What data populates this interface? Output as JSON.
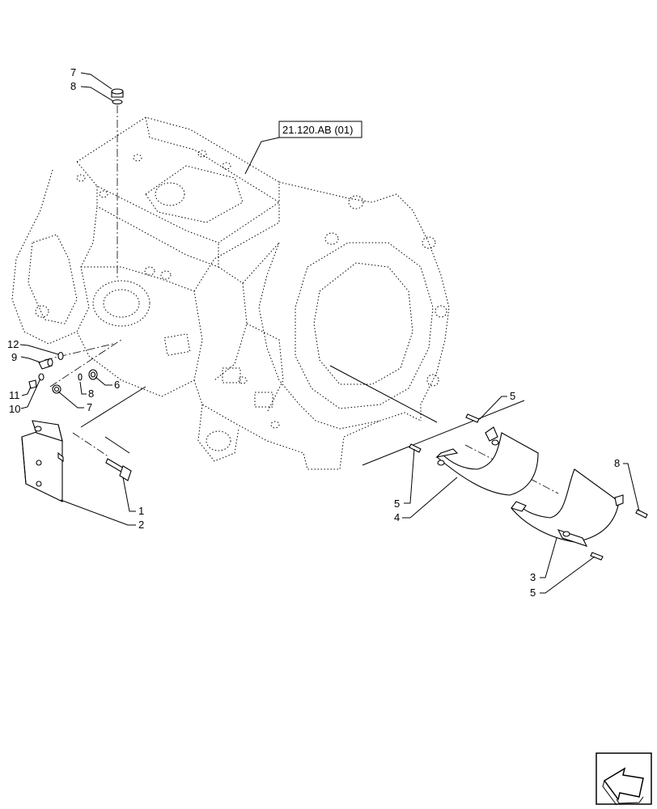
{
  "reference_label": "21.120.AB (01)",
  "callouts": {
    "c7_top": "7",
    "c8_top": "8",
    "c12": "12",
    "c9": "9",
    "c11": "11",
    "c10": "10",
    "c8_mid": "8",
    "c7_mid": "7",
    "c6": "6",
    "c1": "1",
    "c2": "2",
    "c5_a": "5",
    "c5_b": "5",
    "c4": "4",
    "c8_right": "8",
    "c3": "3",
    "c5_c": "5"
  },
  "icons": {
    "nav": "next-page-arrow-icon"
  }
}
